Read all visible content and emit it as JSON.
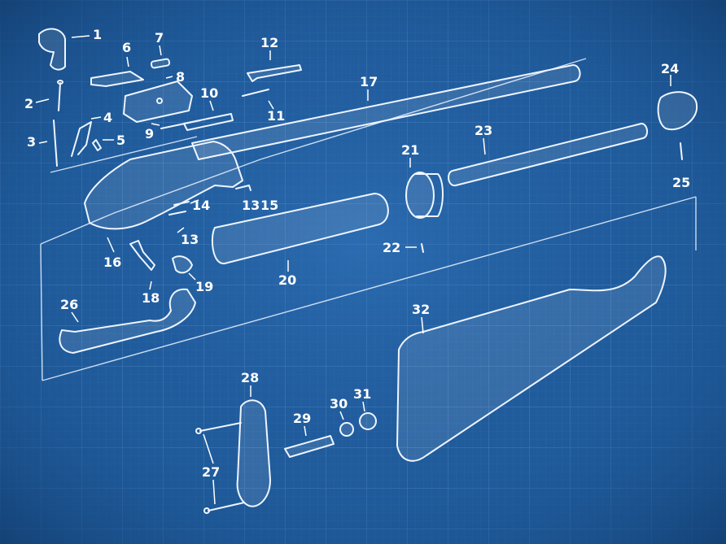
{
  "colors": {
    "background": "#1f5a9a",
    "vignette": "#123e70",
    "grid_fine": "#3a74b3",
    "grid_major": "#4f86c2",
    "line": "#eef5ff"
  },
  "callouts": [
    {
      "id": "p1",
      "label": "1"
    },
    {
      "id": "p2",
      "label": "2"
    },
    {
      "id": "p3",
      "label": "3"
    },
    {
      "id": "p4",
      "label": "4"
    },
    {
      "id": "p5",
      "label": "5"
    },
    {
      "id": "p6",
      "label": "6"
    },
    {
      "id": "p7",
      "label": "7"
    },
    {
      "id": "p8",
      "label": "8"
    },
    {
      "id": "p9",
      "label": "9"
    },
    {
      "id": "p10",
      "label": "10"
    },
    {
      "id": "p11",
      "label": "11"
    },
    {
      "id": "p12",
      "label": "12"
    },
    {
      "id": "p13",
      "label": "13"
    },
    {
      "id": "p13b",
      "label": "13"
    },
    {
      "id": "p14",
      "label": "14"
    },
    {
      "id": "p15",
      "label": "15"
    },
    {
      "id": "p16",
      "label": "16"
    },
    {
      "id": "p17",
      "label": "17"
    },
    {
      "id": "p18",
      "label": "18"
    },
    {
      "id": "p19",
      "label": "19"
    },
    {
      "id": "p20",
      "label": "20"
    },
    {
      "id": "p21",
      "label": "21"
    },
    {
      "id": "p22",
      "label": "22"
    },
    {
      "id": "p23",
      "label": "23"
    },
    {
      "id": "p24",
      "label": "24"
    },
    {
      "id": "p25",
      "label": "25"
    },
    {
      "id": "p26",
      "label": "26"
    },
    {
      "id": "p27",
      "label": "27"
    },
    {
      "id": "p28",
      "label": "28"
    },
    {
      "id": "p29",
      "label": "29"
    },
    {
      "id": "p30",
      "label": "30"
    },
    {
      "id": "p31",
      "label": "31"
    },
    {
      "id": "p32",
      "label": "32"
    }
  ]
}
